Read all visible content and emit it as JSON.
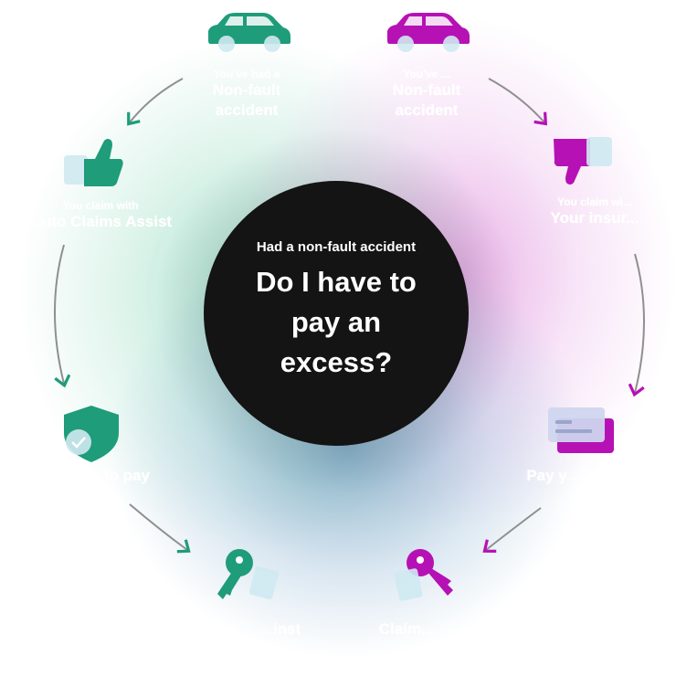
{
  "center": {
    "eyebrow": "Had a non-fault accident",
    "headline_lines": [
      "Do I have to",
      "pay an",
      "excess?"
    ]
  },
  "steps": [
    {
      "small": "You've had a",
      "big": [
        "Non-fault",
        "accident"
      ],
      "icon": "car-icon",
      "color": "#1f9c79"
    },
    {
      "small": "You've ...",
      "big": [
        "Non-fault",
        "accident"
      ],
      "icon": "car-icon",
      "color": "#b611b4"
    },
    {
      "small": "You claim with",
      "big": [
        "...uto Claims Assist"
      ],
      "icon": "thumbs-up-icon",
      "color": "#1f9c79"
    },
    {
      "small": "You claim wi...",
      "big": [
        "Your insur..."
      ],
      "icon": "thumbs-down-icon",
      "color": "#b611b4"
    },
    {
      "small": "",
      "big": [
        "...ss to pay"
      ],
      "icon": "shield-check-icon",
      "color": "#1f9c79"
    },
    {
      "small": "",
      "big": [
        "Pay y..."
      ],
      "icon": "credit-card-icon",
      "color": "#b611b4"
    },
    {
      "small": "",
      "big": [
        "...inst"
      ],
      "icon": "key-icon",
      "color": "#1f9c79"
    },
    {
      "small": "",
      "big": [
        "Claim..."
      ],
      "icon": "key-icon",
      "color": "#b611b4"
    }
  ],
  "colors": {
    "green": "#1f9c79",
    "magenta": "#b611b4",
    "disc": "#141414",
    "arrow_grey": "#8f8f8f"
  }
}
